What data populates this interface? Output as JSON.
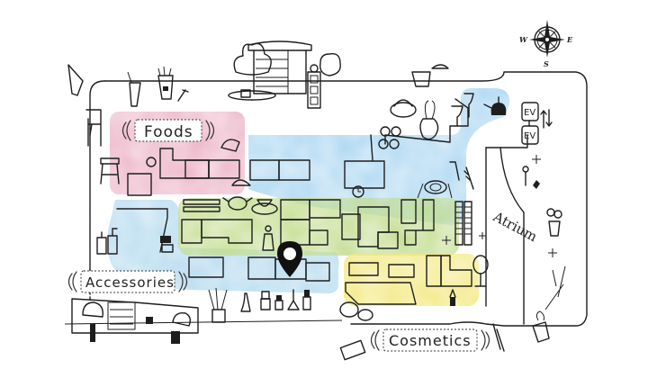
{
  "map": {
    "title": "Floor Map",
    "zones": [
      {
        "id": "foods",
        "label": "Foods",
        "color": "#e9a6bd"
      },
      {
        "id": "accessories",
        "label": "Accessories",
        "color": "#a8d4ec"
      },
      {
        "id": "general",
        "label": "",
        "color": "#b8d77c"
      },
      {
        "id": "cosmetics",
        "label": "Cosmetics",
        "color": "#f1e56c"
      }
    ],
    "upper_zone_color": "#9fd0ef",
    "atrium_label": "Atrium",
    "elevators": [
      {
        "label": "EV"
      },
      {
        "label": "EV"
      }
    ],
    "compass": {
      "n": "",
      "w": "W",
      "e": "E",
      "s": "S"
    },
    "current_location_marker": "map-pin-icon",
    "icons": [
      "chair-icon",
      "stool-icon",
      "drink-cup-icon",
      "fries-icon",
      "flower-icon",
      "cafe-building-icon",
      "tree-icon",
      "lantern-icon",
      "taco-icon",
      "bag-icon",
      "knit-bag-icon",
      "glasses-icon",
      "vase-icon",
      "wine-glass-icon",
      "kettle-icon",
      "clock-icon",
      "plate-icon",
      "teapot-icon",
      "teacup-icon",
      "escalator-icon",
      "key-icon",
      "sparkle-icon",
      "bouquet-icon",
      "mirror-icon",
      "lipstick-icon",
      "nail-polish-icon",
      "diffuser-icon",
      "compact-icon",
      "palette-icon",
      "storefront-icon",
      "pump-bottle-icon",
      "plant-pot-icon"
    ]
  }
}
